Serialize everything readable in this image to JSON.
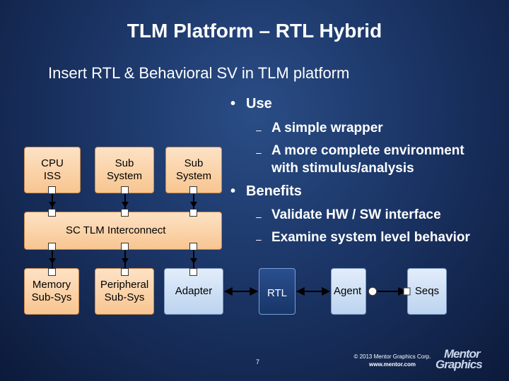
{
  "slide": {
    "title": "TLM Platform – RTL Hybrid",
    "subtitle": "Insert RTL & Behavioral SV in TLM platform",
    "page_number": "7",
    "copyright": "© 2013 Mentor Graphics Corp.",
    "website": "www.mentor.com",
    "logo": {
      "line1": "Mentor",
      "line2": "Graphics"
    }
  },
  "bullets": {
    "bullet_marker": "•",
    "dash_marker": "–",
    "use": {
      "label": "Use",
      "items": [
        "A simple wrapper",
        "A more complete environment",
        "with stimulus/analysis"
      ]
    },
    "benefits": {
      "label": "Benefits",
      "items": [
        "Validate HW / SW interface",
        "Examine system level behavior"
      ]
    }
  },
  "diagram": {
    "cpu": {
      "line1": "CPU",
      "line2": "ISS"
    },
    "sub1": {
      "line1": "Sub",
      "line2": "System"
    },
    "sub2": {
      "line1": "Sub",
      "line2": "System"
    },
    "interconnect": "SC TLM Interconnect",
    "memory": {
      "line1": "Memory",
      "line2": "Sub-Sys"
    },
    "peripheral": {
      "line1": "Peripheral",
      "line2": "Sub-Sys"
    },
    "adapter": "Adapter",
    "rtl": "RTL",
    "agent": "Agent",
    "seqs": "Seqs"
  }
}
